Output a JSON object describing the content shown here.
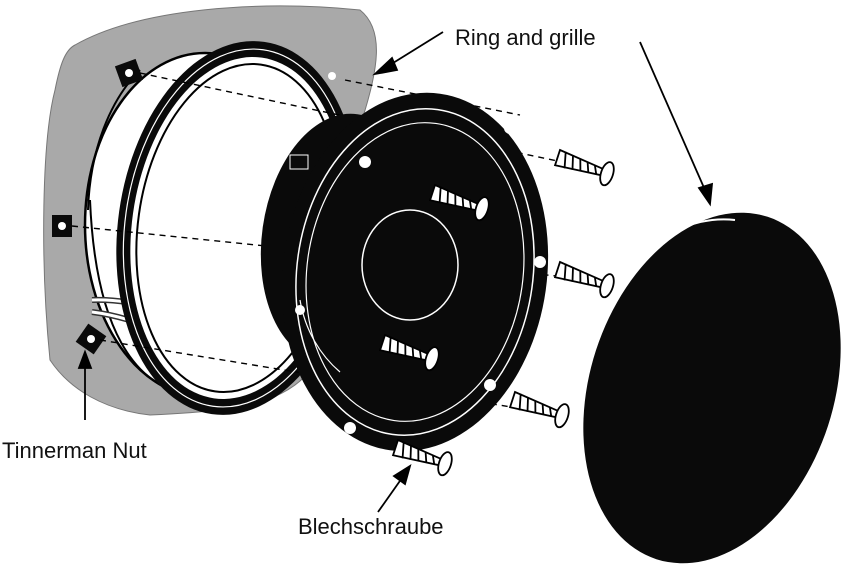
{
  "labels": {
    "ring_and_grille": "Ring and grille",
    "tinnerman_nut": "Tinnerman Nut",
    "blechschraube": "Blechschraube"
  },
  "colors": {
    "wall": "#a9a9a9",
    "parts": "#0a0a0a",
    "highlight": "#ffffff"
  }
}
